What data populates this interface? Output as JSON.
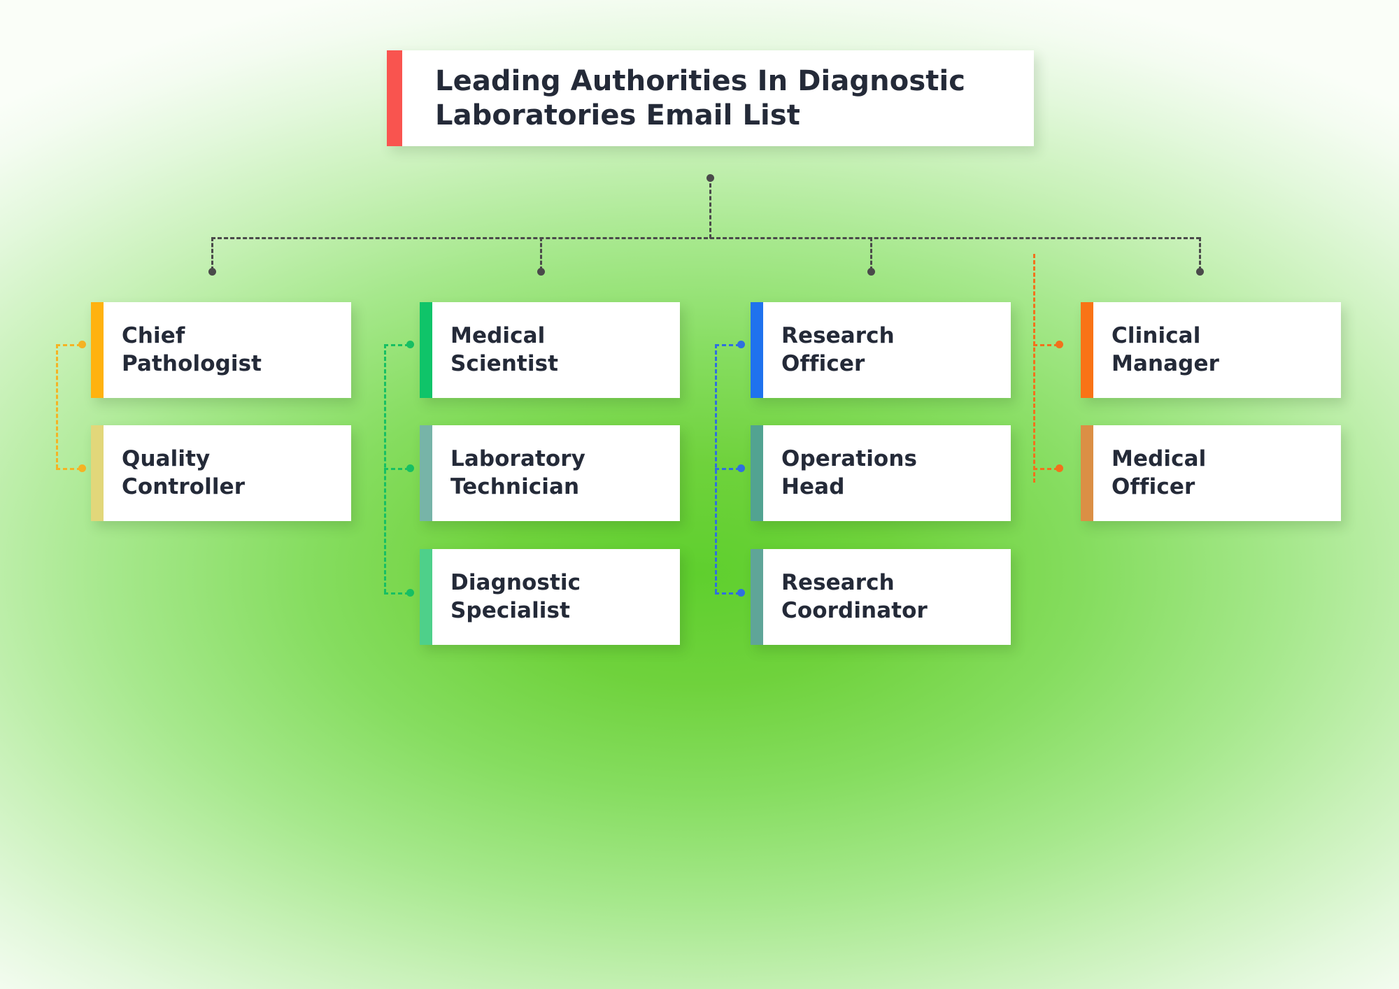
{
  "diagram": {
    "type": "organizational-chart",
    "title": "Leading Authorities In Diagnostic Laboratories Email List",
    "title_line1": "Leading Authorities In Diagnostic",
    "title_line2": "Laboratories Email List",
    "accent_title": "#F9544F",
    "background": {
      "center": "#6FD23C",
      "edge": "#FAFEF8"
    },
    "text_color": "#242A38",
    "branches": [
      {
        "id": "branch-1",
        "connector_color": "#F5B324",
        "nodes": [
          {
            "label": "Chief\nPathologist",
            "accent": "#FFB20F"
          },
          {
            "label": "Quality\nController",
            "accent": "#E2D77A"
          }
        ]
      },
      {
        "id": "branch-2",
        "connector_color": "#17BF63",
        "nodes": [
          {
            "label": "Medical\nScientist",
            "accent": "#0FC469"
          },
          {
            "label": "Laboratory\nTechnician",
            "accent": "#77B4A8"
          },
          {
            "label": "Diagnostic\nSpecialist",
            "accent": "#4ED08A"
          }
        ]
      },
      {
        "id": "branch-3",
        "connector_color": "#2F6FE0",
        "nodes": [
          {
            "label": "Research\nOfficer",
            "accent": "#1F72EE"
          },
          {
            "label": "Operations\nHead",
            "accent": "#52A391"
          },
          {
            "label": "Research\nCoordinator",
            "accent": "#5FA598"
          }
        ]
      },
      {
        "id": "branch-4",
        "connector_color": "#F2711C",
        "nodes": [
          {
            "label": "Clinical\nManager",
            "accent": "#F97316"
          },
          {
            "label": "Medical\nOfficer",
            "accent": "#DB8F45"
          }
        ]
      }
    ],
    "trunk_color": "#4A4A4A"
  }
}
